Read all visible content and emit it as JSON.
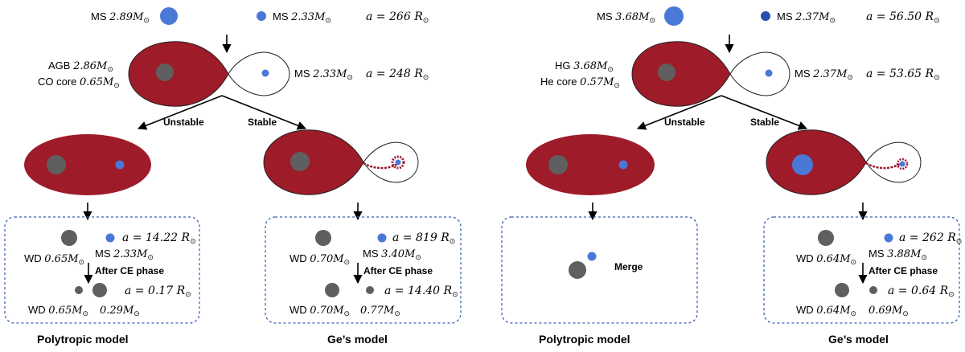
{
  "colors": {
    "giant": "#9e1b2a",
    "core": "#5f5f5f",
    "ms_star": "#4a78d6",
    "ms_star_dark": "#2c4fae",
    "box_border": "#3a5fb5"
  },
  "left": {
    "initial": {
      "primary": {
        "pre": "MS ",
        "val": "2.89"
      },
      "secondary": {
        "pre": "MS ",
        "val": "2.33"
      },
      "sep": {
        "val": "266"
      }
    },
    "roche": {
      "primary_line1": {
        "pre": "AGB ",
        "val": "2.86"
      },
      "primary_line2": {
        "pre": "CO core ",
        "val": "0.65"
      },
      "secondary": {
        "pre": "MS ",
        "val": "2.33"
      },
      "sep": {
        "val": "248"
      }
    },
    "unstable_label": "Unstable",
    "stable_label": "Stable",
    "poly": {
      "sep1": "14.22",
      "wd1": {
        "pre": "WD ",
        "val": "0.65"
      },
      "ms1": {
        "pre": "MS ",
        "val": "2.33"
      },
      "after_ce": "After CE phase",
      "sep2": "0.17",
      "wd2": {
        "pre": "WD ",
        "val": "0.65"
      },
      "m2": "0.29",
      "caption": "Polytropic model"
    },
    "ge": {
      "sep1": "819",
      "wd1": {
        "pre": "WD ",
        "val": "0.70"
      },
      "ms1": {
        "pre": "MS ",
        "val": "3.40"
      },
      "after_ce": "After CE phase",
      "sep2": "14.40",
      "wd2": {
        "pre": "WD ",
        "val": "0.70"
      },
      "m2": "0.77",
      "caption": "Ge’s model"
    }
  },
  "right": {
    "initial": {
      "primary": {
        "pre": "MS ",
        "val": "3.68"
      },
      "secondary": {
        "pre": "MS ",
        "val": "2.37"
      },
      "sep": {
        "val": "56.50"
      }
    },
    "roche": {
      "primary_line1": {
        "pre": "HG ",
        "val": "3.68"
      },
      "primary_line2": {
        "pre": "He core ",
        "val": "0.57"
      },
      "secondary": {
        "pre": "MS ",
        "val": "2.37"
      },
      "sep": {
        "val": "53.65"
      }
    },
    "unstable_label": "Unstable",
    "stable_label": "Stable",
    "poly": {
      "merge": "Merge",
      "caption": "Polytropic model"
    },
    "ge": {
      "sep1": "262",
      "wd1": {
        "pre": "WD ",
        "val": "0.64"
      },
      "ms1": {
        "pre": "MS ",
        "val": "3.88"
      },
      "after_ce": "After CE phase",
      "sep2": "0.64",
      "wd2": {
        "pre": "WD ",
        "val": "0.64"
      },
      "m2": "0.69",
      "caption": "Ge’s model"
    }
  },
  "symbols": {
    "a": "a",
    "eq": " = ",
    "R": "R",
    "M": "M",
    "sun": "⊙"
  }
}
